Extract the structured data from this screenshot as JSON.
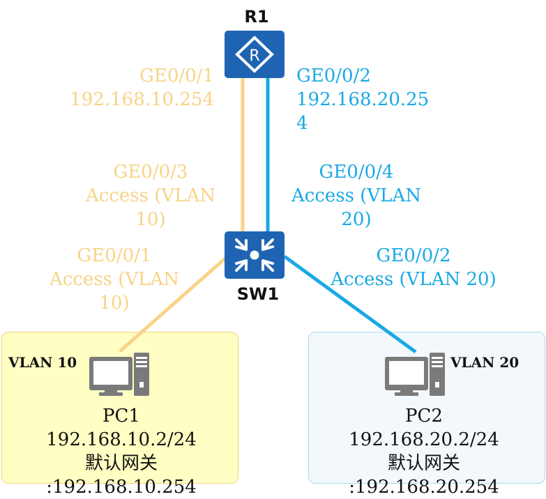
{
  "devices": {
    "router": {
      "name": "R1"
    },
    "switch": {
      "name": "SW1"
    }
  },
  "links": {
    "r1_ge001": [
      "GE0/0/1",
      "192.168.10.254"
    ],
    "r1_ge002": [
      "GE0/0/2",
      "192.168.20.25",
      "4"
    ],
    "sw_ge003": [
      "GE0/0/3",
      "Access (VLAN",
      "10)"
    ],
    "sw_ge004": [
      "GE0/0/4",
      "Access (VLAN",
      "20)"
    ],
    "sw_ge001": [
      "GE0/0/1",
      "Access (VLAN",
      "10)"
    ],
    "sw_ge002": [
      "GE0/0/2",
      "Access (VLAN 20)"
    ]
  },
  "pcs": {
    "pc1": {
      "vlan": "VLAN 10",
      "name": "PC1",
      "ip": "192.168.10.2/24",
      "gateway_label": "默认网关",
      "gateway": ":192.168.10.254"
    },
    "pc2": {
      "vlan": "VLAN 20",
      "name": "PC2",
      "ip": "192.168.20.2/24",
      "gateway_label": "默认网关",
      "gateway": ":192.168.20.254"
    }
  },
  "colors": {
    "vlan10_link": "#f9d386",
    "vlan20_link": "#19a9e4",
    "device_fill": "#1f64b2",
    "vlan10_zone": "#ffffc4",
    "vlan20_zone": "#f2f8fc"
  }
}
